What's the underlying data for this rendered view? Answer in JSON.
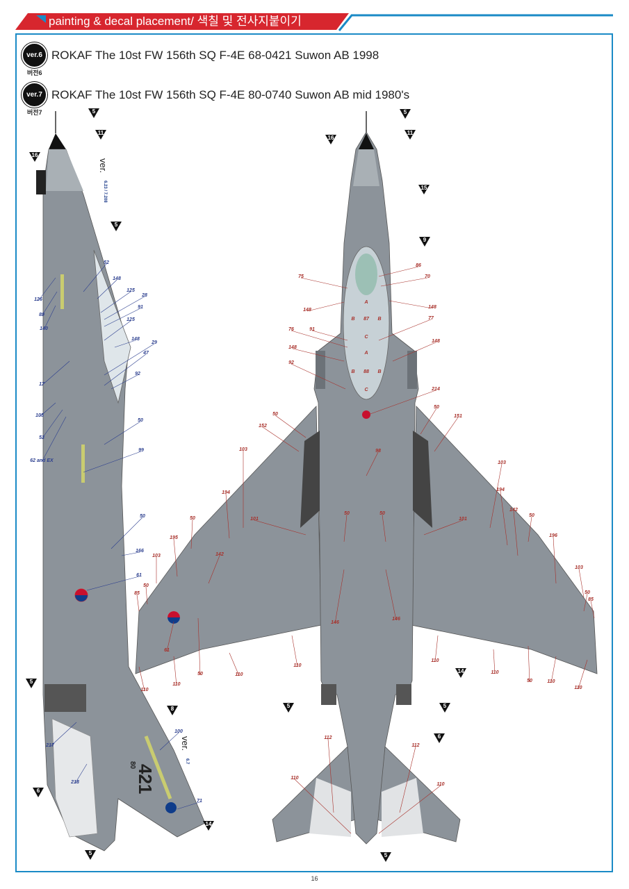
{
  "header": {
    "title": "painting & decal placement/ 색칠 및 전사지붙이기",
    "accent_red": "#d7262e",
    "accent_blue": "#1a8ac6"
  },
  "versions": [
    {
      "badge": "ver.6",
      "sub": "버전6",
      "text": "ROKAF The 10st FW 156th SQ F-4E 68-0421 Suwon AB 1998"
    },
    {
      "badge": "ver.7",
      "sub": "버전7",
      "text": "ROKAF The 10st FW 156th SQ F-4E 80-0740 Suwon AB mid 1980's"
    }
  ],
  "side_view": {
    "version_tags": [
      {
        "prefix": "ver.",
        "values": "6.23 / 7.208"
      },
      {
        "prefix": "ver.",
        "values": "6.7"
      }
    ],
    "tail_code": "421",
    "tail_prefix": "80",
    "paint_markers": [
      "5",
      "11",
      "16",
      "5",
      "5",
      "8",
      "6",
      "14",
      "5"
    ],
    "decal_callouts": [
      "52",
      "148",
      "125",
      "28",
      "91",
      "125",
      "148",
      "29",
      "47",
      "92",
      "50",
      "99",
      "126",
      "89",
      "140",
      "17",
      "105",
      "53",
      "62 and EX",
      "50",
      "166",
      "61",
      "100",
      "71",
      "217",
      "218"
    ]
  },
  "top_view": {
    "paint_markers": [
      "5",
      "11",
      "16",
      "15",
      "9",
      "14",
      "5",
      "5",
      "6",
      "5"
    ],
    "canopy_marks": [
      "A",
      "B",
      "87",
      "B",
      "C",
      "A",
      "B",
      "88",
      "B",
      "C"
    ],
    "decal_callouts": [
      "75",
      "86",
      "70",
      "148",
      "148",
      "91",
      "76",
      "77",
      "148",
      "148",
      "92",
      "214",
      "50",
      "50",
      "152",
      "151",
      "103",
      "103",
      "98",
      "194",
      "194",
      "101",
      "101",
      "50",
      "50",
      "142",
      "50",
      "50",
      "195",
      "196",
      "103",
      "142",
      "103",
      "50",
      "50",
      "85",
      "85",
      "61",
      "50",
      "146",
      "146",
      "110",
      "110",
      "110",
      "110",
      "110",
      "110",
      "50",
      "110",
      "110",
      "112",
      "112",
      "110",
      "110"
    ]
  },
  "page_number": "16"
}
